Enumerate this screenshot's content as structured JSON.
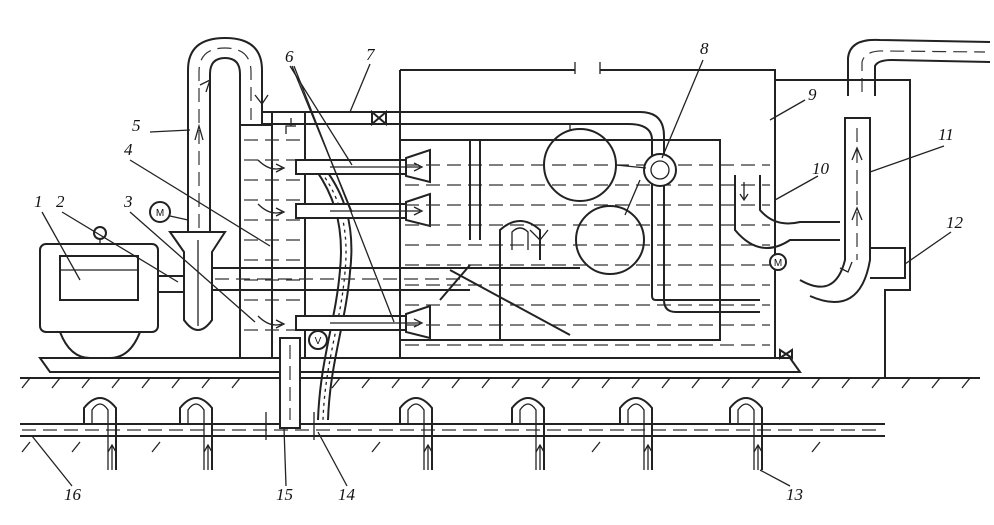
{
  "labels": {
    "l1": "1",
    "l2": "2",
    "l3": "3",
    "l4": "4",
    "l5": "5",
    "l6": "6",
    "l7": "7",
    "l8": "8",
    "l9": "9",
    "l10": "10",
    "l11": "11",
    "l12": "12",
    "l13": "13",
    "l14": "14",
    "l15": "15",
    "l16": "16"
  },
  "gauges": {
    "manometer": "M",
    "vacuum": "V"
  },
  "icons": [
    "motor",
    "pump",
    "manometer-gauge",
    "vacuum-gauge",
    "valve",
    "ejector-nozzle",
    "flow-arrow"
  ]
}
